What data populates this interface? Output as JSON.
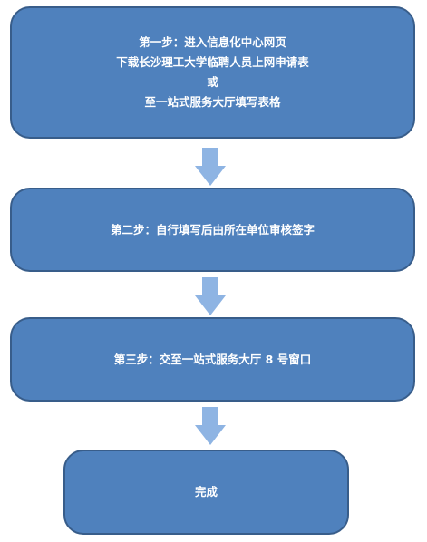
{
  "steps": [
    {
      "lines": [
        "第一步：进入信息化中心网页",
        "下载长沙理工大学临聘人员上网申请表",
        "或",
        "至一站式服务大厅填写表格"
      ]
    },
    {
      "lines": [
        "第二步：自行填写后由所在单位审核签字"
      ]
    },
    {
      "lines": [
        "第三步：交至一站式服务大厅 8 号窗口"
      ]
    },
    {
      "lines": [
        "完成"
      ]
    }
  ],
  "colors": {
    "box_fill": "#4f81bd",
    "box_border": "#385d8a",
    "arrow_fill": "#8eb4e3",
    "text": "#ffffff"
  }
}
